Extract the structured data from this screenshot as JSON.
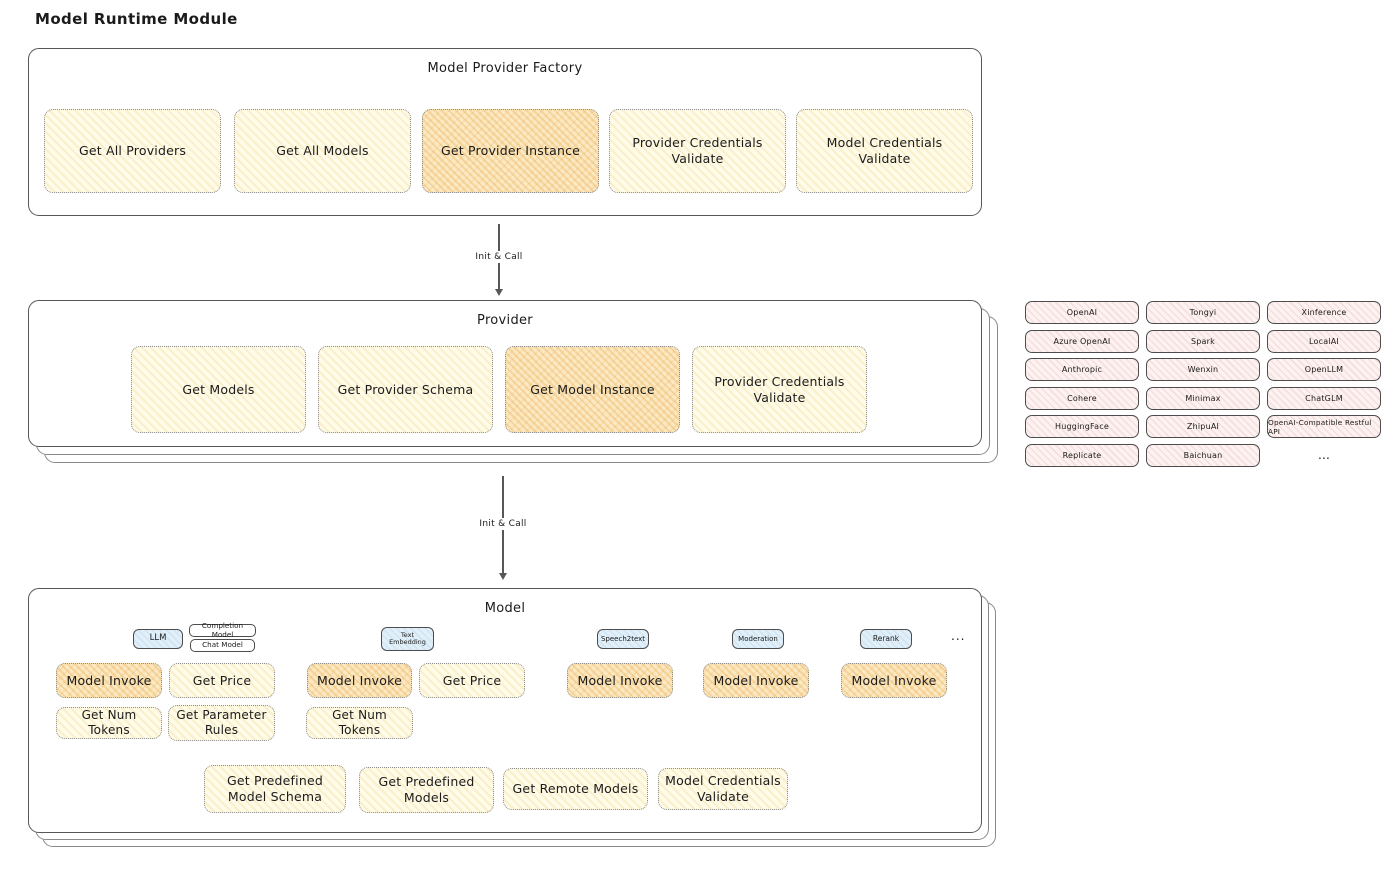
{
  "title": "Model Runtime Module",
  "factory": {
    "title": "Model Provider Factory",
    "items": [
      {
        "label": "Get All Providers",
        "highlighted": false
      },
      {
        "label": "Get All Models",
        "highlighted": false
      },
      {
        "label": "Get Provider Instance",
        "highlighted": true
      },
      {
        "label": "Provider Credentials Validate",
        "highlighted": false
      },
      {
        "label": "Model Credentials Validate",
        "highlighted": false
      }
    ]
  },
  "arrows": [
    {
      "label": "Init & Call"
    },
    {
      "label": "Init & Call"
    }
  ],
  "provider": {
    "title": "Provider",
    "items": [
      {
        "label": "Get Models",
        "highlighted": false
      },
      {
        "label": "Get Provider Schema",
        "highlighted": false
      },
      {
        "label": "Get Model Instance",
        "highlighted": true
      },
      {
        "label": "Provider Credentials Validate",
        "highlighted": false
      }
    ]
  },
  "vendors": {
    "cells": [
      "OpenAI",
      "Tongyi",
      "Xinference",
      "Azure OpenAI",
      "Spark",
      "LocalAI",
      "Anthropic",
      "Wenxin",
      "OpenLLM",
      "Cohere",
      "Minimax",
      "ChatGLM",
      "HuggingFace",
      "ZhipuAI",
      "OpenAI-Compatible Restful API",
      "Replicate",
      "Baichuan",
      "..."
    ]
  },
  "model": {
    "title": "Model",
    "tags": {
      "llm": "LLM",
      "completion_model": "Completion Model",
      "chat_model": "Chat Model",
      "text_embedding": "Text Embedding",
      "speech2text": "Speech2text",
      "moderation": "Moderation",
      "rerank": "Rerank",
      "more": "..."
    },
    "functions": {
      "model_invoke": "Model Invoke",
      "get_price": "Get Price",
      "get_num_tokens": "Get Num Tokens",
      "get_parameter_rules": "Get Parameter Rules",
      "get_predefined_model_schema": "Get Predefined Model Schema",
      "get_predefined_models": "Get Predefined Models",
      "get_remote_models": "Get Remote Models",
      "model_credentials_validate": "Model Credentials Validate"
    }
  },
  "colors": {
    "function_fill": "#FFFBE9",
    "highlight_fill": "#FBE9C4",
    "vendor_fill": "#FCF2F1",
    "tag_fill": "#E1EFF9",
    "border_dark": "#575757",
    "text": "#1b1b1b"
  }
}
